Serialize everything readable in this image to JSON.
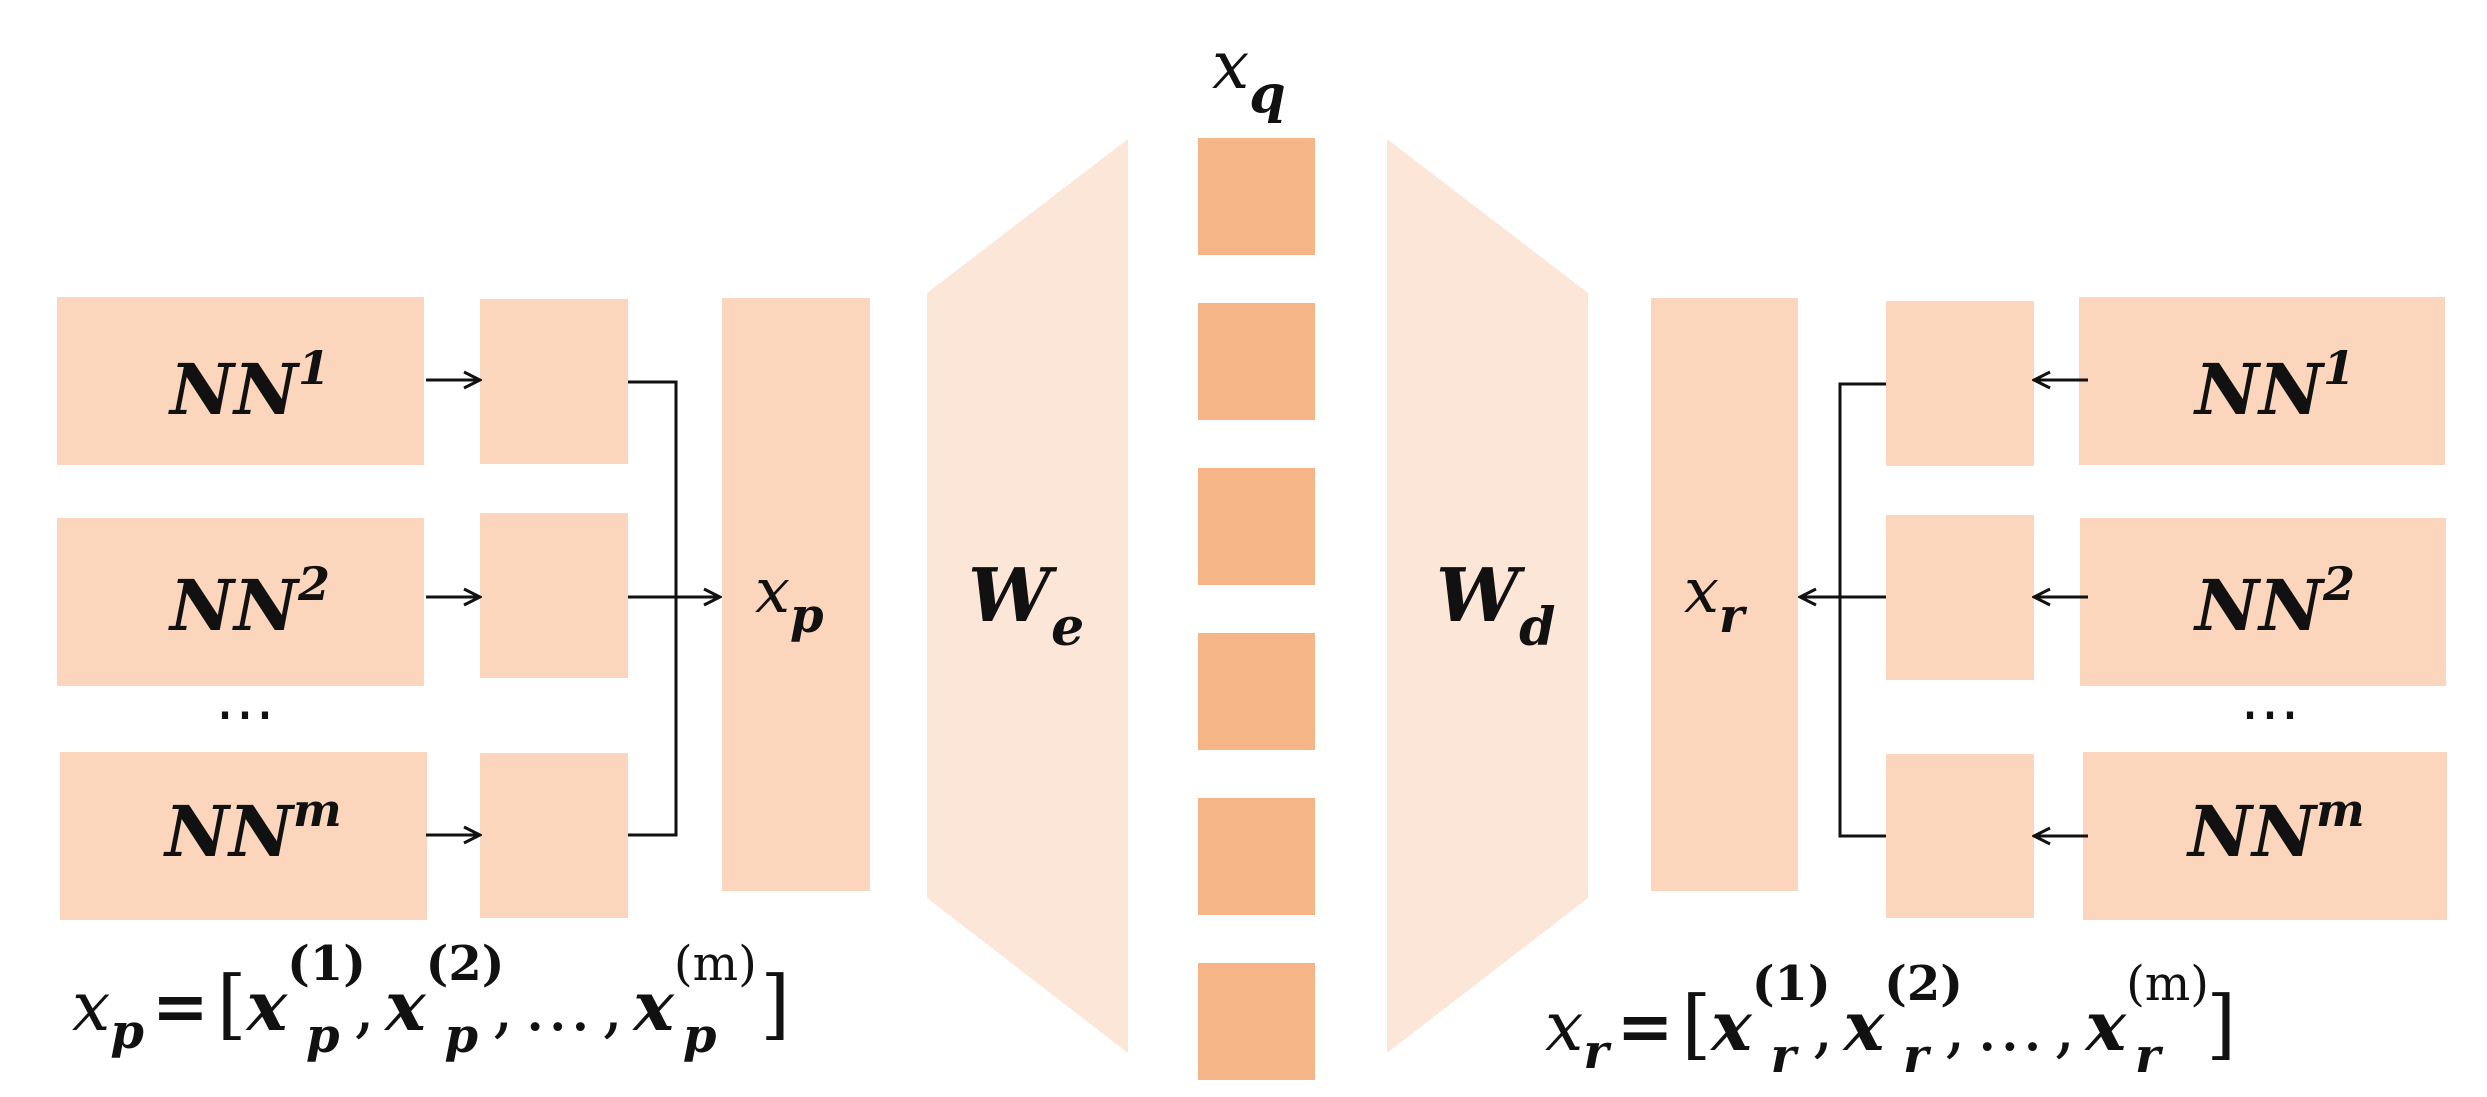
{
  "colors": {
    "block": "#FBD5BC",
    "trapezoid": "#FCE6D8",
    "code_block": "#F5B586",
    "ink": "#111111"
  },
  "latent": {
    "symbol": {
      "base": "x",
      "sub": "q"
    },
    "code_count": 6
  },
  "encoder": {
    "networks": [
      {
        "base": "NN",
        "sup": "1"
      },
      {
        "base": "NN",
        "sup": "2"
      },
      {
        "base": "NN",
        "sup": "m"
      }
    ],
    "ellipsis": "⋯",
    "concat": {
      "base": "x",
      "sub": "p"
    },
    "weight": {
      "base": "W",
      "sub": "e"
    },
    "formula": {
      "lhs_base": "x",
      "lhs_sub": "p",
      "eq": "=",
      "open": "[",
      "close": "]",
      "sep": ",",
      "dots": "…",
      "terms": [
        {
          "base": "x",
          "sub": "p",
          "sup": "(1)"
        },
        {
          "base": "x",
          "sub": "p",
          "sup": "(2)"
        },
        {
          "base": "x",
          "sub": "p",
          "sup": "(m)"
        }
      ]
    }
  },
  "decoder": {
    "networks": [
      {
        "base": "NN",
        "sup": "1"
      },
      {
        "base": "NN",
        "sup": "2"
      },
      {
        "base": "NN",
        "sup": "m"
      }
    ],
    "ellipsis": "⋯",
    "concat": {
      "base": "x",
      "sub": "r"
    },
    "weight": {
      "base": "W",
      "sub": "d"
    },
    "formula": {
      "lhs_base": "x",
      "lhs_sub": "r",
      "eq": "=",
      "open": "[",
      "close": "]",
      "sep": ",",
      "dots": "…",
      "terms": [
        {
          "base": "x",
          "sub": "r",
          "sup": "(1)"
        },
        {
          "base": "x",
          "sub": "r",
          "sup": "(2)"
        },
        {
          "base": "x",
          "sub": "r",
          "sup": "(m)"
        }
      ]
    }
  }
}
